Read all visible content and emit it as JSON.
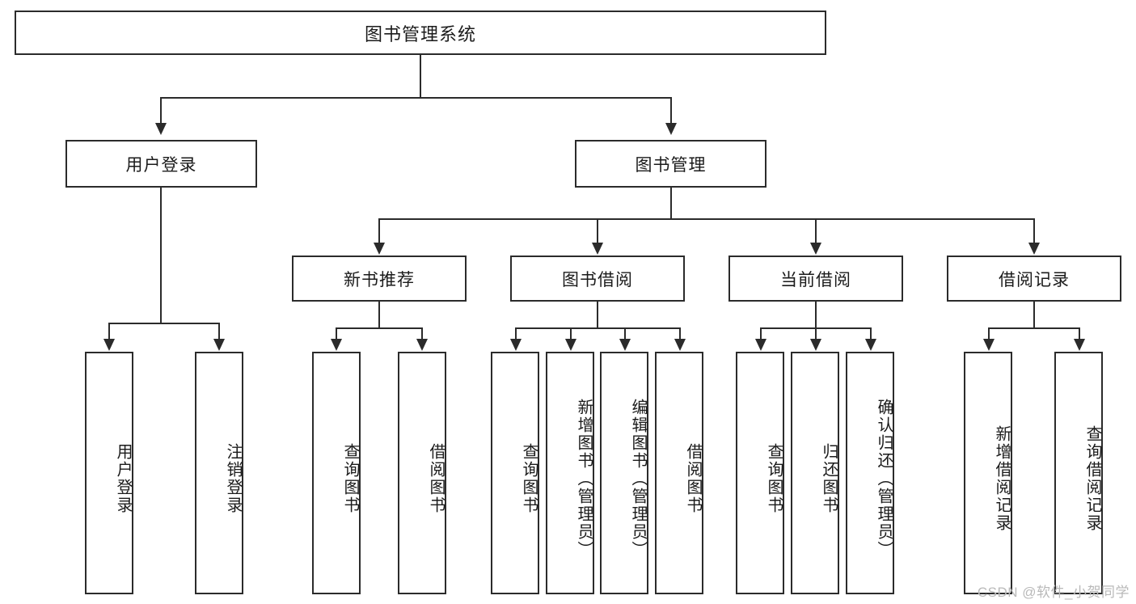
{
  "diagram": {
    "title_node": "图书管理系统",
    "type": "tree-hierarchy-diagram",
    "watermark": "CSDN @软件_小贺同学",
    "colors": {
      "stroke": "#2b2b2b",
      "fill": "#ffffff",
      "text": "#1b1b1b",
      "watermark": "#b9b9b9"
    },
    "level2": [
      {
        "id": "user-login",
        "label": "用户登录"
      },
      {
        "id": "book-management",
        "label": "图书管理"
      }
    ],
    "level3": [
      {
        "id": "new-book-recommend",
        "label": "新书推荐"
      },
      {
        "id": "book-borrow",
        "label": "图书借阅"
      },
      {
        "id": "current-borrow",
        "label": "当前借阅"
      },
      {
        "id": "borrow-record",
        "label": "借阅记录"
      }
    ],
    "leaves": {
      "user_login": [
        {
          "id": "leaf-user-login",
          "label": "用户登录"
        },
        {
          "id": "leaf-logout-login",
          "label": "注销登录"
        }
      ],
      "new_book_recommend": [
        {
          "id": "leaf-query-book-1",
          "label": "查询图书"
        },
        {
          "id": "leaf-borrow-book-1",
          "label": "借阅图书"
        }
      ],
      "book_borrow": [
        {
          "id": "leaf-query-book-2",
          "label": "查询图书"
        },
        {
          "id": "leaf-add-book",
          "label": "新增图书（管理员）"
        },
        {
          "id": "leaf-edit-book",
          "label": "编辑图书（管理员）"
        },
        {
          "id": "leaf-borrow-book-2",
          "label": "借阅图书"
        }
      ],
      "current_borrow": [
        {
          "id": "leaf-query-book-3",
          "label": "查询图书"
        },
        {
          "id": "leaf-return-book",
          "label": "归还图书"
        },
        {
          "id": "leaf-confirm-return",
          "label": "确认归还（管理员）"
        }
      ],
      "borrow_record": [
        {
          "id": "leaf-add-record",
          "label": "新增借阅记录"
        },
        {
          "id": "leaf-query-record",
          "label": "查询借阅记录"
        }
      ]
    }
  }
}
